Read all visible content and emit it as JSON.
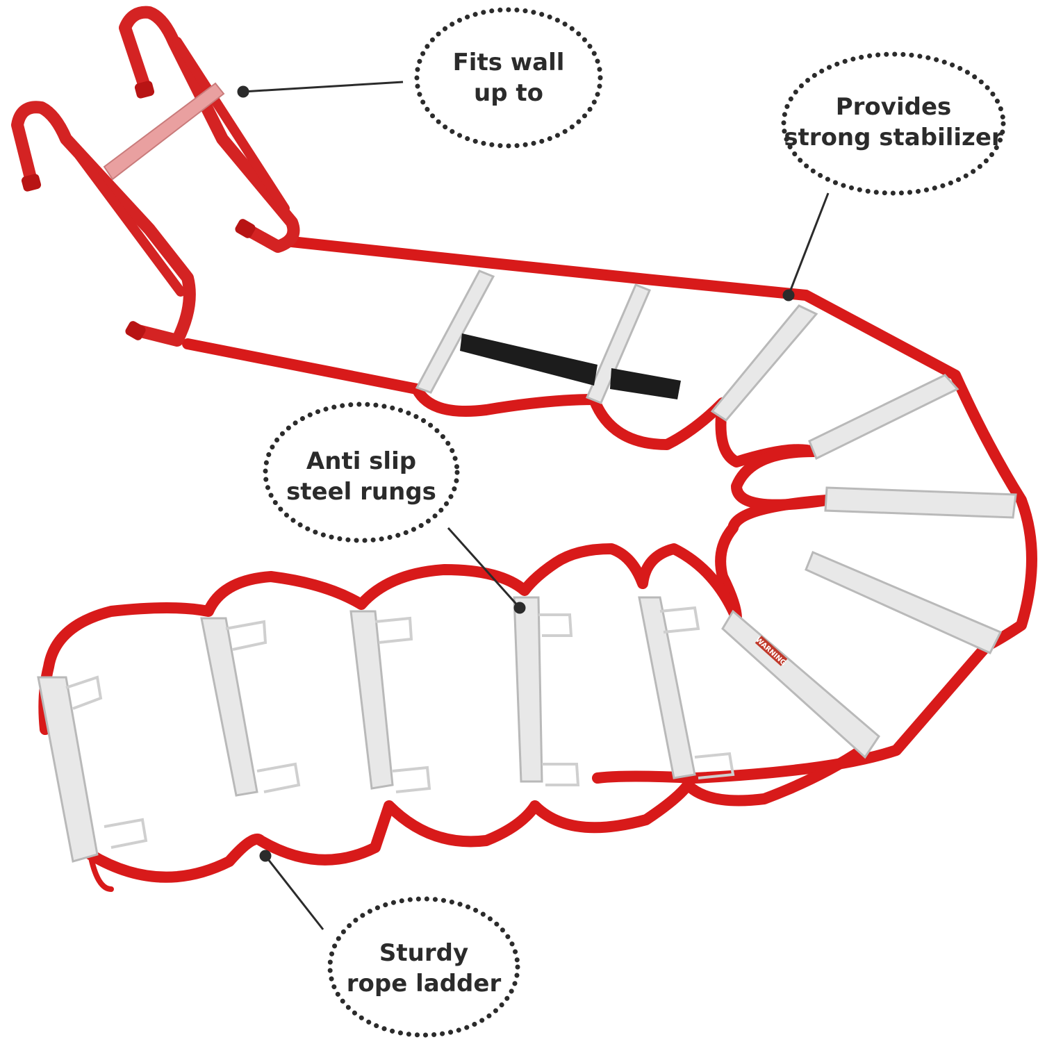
{
  "colors": {
    "strap": "#d81a1a",
    "strap_dark": "#a80f0f",
    "hook_frame": "#d42323",
    "rung": "#e8e8e8",
    "rung_shade": "#b9b9b9",
    "velcro": "#1c1c1c",
    "callout_text": "#2b2b2b",
    "dots": "#2b2b2b"
  },
  "callouts": {
    "fits_wall": {
      "line1": "Fits wall",
      "line2": "up to"
    },
    "stabilizer": {
      "line1": "Provides",
      "line2": "strong stabilizer"
    },
    "anti_slip": {
      "line1": "Anti slip",
      "line2": "steel rungs"
    },
    "sturdy": {
      "line1": "Sturdy",
      "line2": "rope ladder"
    }
  },
  "rung_labels": {
    "warning": "WARNING"
  }
}
